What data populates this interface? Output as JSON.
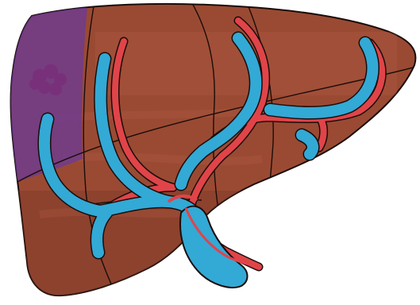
{
  "illustration": {
    "subject": "liver-anatomy-illustration",
    "colors": {
      "background": "#ffffff",
      "liver_fill": "#9a4a33",
      "liver_shadow": "#7f3a27",
      "liver_highlight": "#b25e44",
      "outline": "#1a0d0a",
      "lesion_region": "#6a3a9a",
      "lesion_spots": "#7a2f7a",
      "blue_vessel": "#33a9d6",
      "red_vessel": "#e04449"
    },
    "structures": [
      "liver-outline",
      "segment-boundaries",
      "highlighted-lesion-region",
      "blue-vessel-tree",
      "red-vessel-tree",
      "vessel-trunk"
    ]
  }
}
